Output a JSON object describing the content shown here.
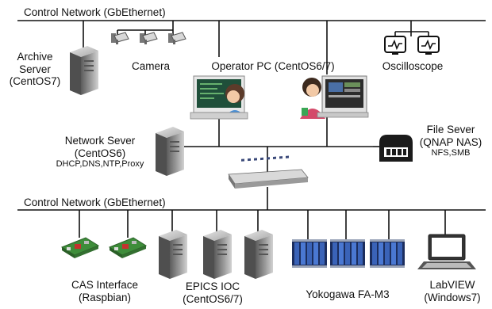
{
  "networks": {
    "top_label": "Control Network (GbEthernet)",
    "bottom_label": "Control Network (GbEthernet)"
  },
  "nodes": {
    "archive_server": {
      "name": "Archive",
      "line2": "Server",
      "os": "(CentOS7)"
    },
    "camera": {
      "name": "Camera"
    },
    "operator_pc": {
      "name": "Operator PC (CentOS6/7)"
    },
    "oscilloscope": {
      "name": "Oscilloscope"
    },
    "network_server": {
      "name": "Network Sever",
      "os": "(CentOS6)",
      "services": "DHCP,DNS,NTP,Proxy"
    },
    "file_server": {
      "name": "File Sever",
      "os": "(QNAP NAS)",
      "services": "NFS,SMB"
    },
    "cas_interface": {
      "name": "CAS Interface",
      "os": "(Raspbian)"
    },
    "epics_ioc": {
      "name": "EPICS IOC",
      "os": "(CentOS6/7)"
    },
    "yokogawa": {
      "name": "Yokogawa FA-M3"
    },
    "labview": {
      "name": "LabVIEW",
      "os": "(Windows7)"
    }
  },
  "colors": {
    "line": "#111111",
    "server_dark": "#6e6e6e",
    "server_light": "#c9c9c9",
    "screen": "#1f4f3a",
    "board_green": "#3e8d3a",
    "plc_blue": "#3a63b8",
    "nas_black": "#1b1b1b"
  }
}
